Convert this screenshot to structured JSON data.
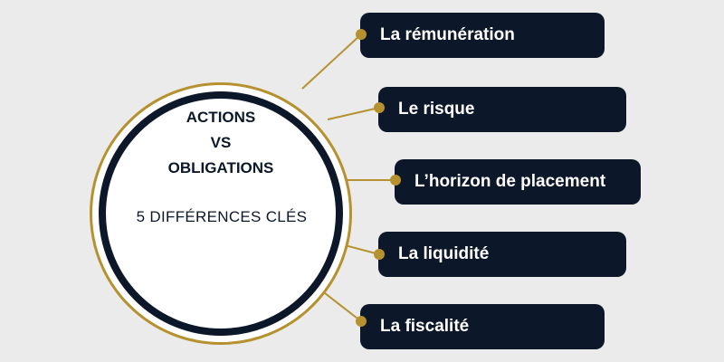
{
  "hub": {
    "title_lines": [
      "ACTIONS",
      "VS",
      "OBLIGATIONS"
    ],
    "subtitle": "5 DIFFÉRENCES CLÉS"
  },
  "items": [
    {
      "label": "La rémunération"
    },
    {
      "label": "Le risque"
    },
    {
      "label": "L’horizon de placement"
    },
    {
      "label": "La liquidité"
    },
    {
      "label": "La fiscalité"
    }
  ],
  "colors": {
    "background": "#ebebeb",
    "navy": "#0c1729",
    "gold": "#b5922f",
    "white": "#ffffff"
  }
}
